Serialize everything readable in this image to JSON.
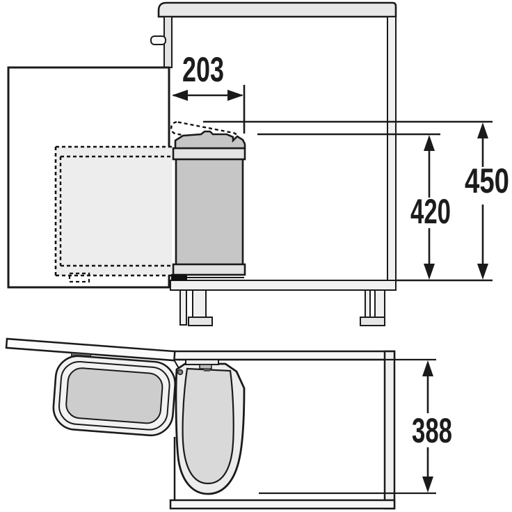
{
  "drawing": {
    "kind": "technical-dimension-drawing",
    "subject": "door-mounted pull-out waste bin inside kitchen base cabinet, side section view (top) and plan view (bottom)",
    "unit": "mm",
    "line_color": "#1a1a1a",
    "fill_colors": {
      "countertop": "#e8e8e8",
      "panel_light": "#f0f0f0",
      "bin_body": "#c6c6c6",
      "bin_rim": "#e4e4e4",
      "ghost_fill": "#ededed",
      "lid_inner_plan": "#cdcdcd",
      "bucket_outer_plan": "#ececec",
      "bucket_inner_plan": "#d9d9d9",
      "hinge_bracket": "#5f5f5f",
      "mount_bracket": "#111111"
    },
    "dims": {
      "d203": "203",
      "d450": "450",
      "d420": "420",
      "d388": "388"
    },
    "glyphs": {
      "arrow_left_icon": "◄",
      "arrow_right_icon": "►",
      "arrow_up_icon": "▲",
      "arrow_down_icon": "▼"
    }
  }
}
